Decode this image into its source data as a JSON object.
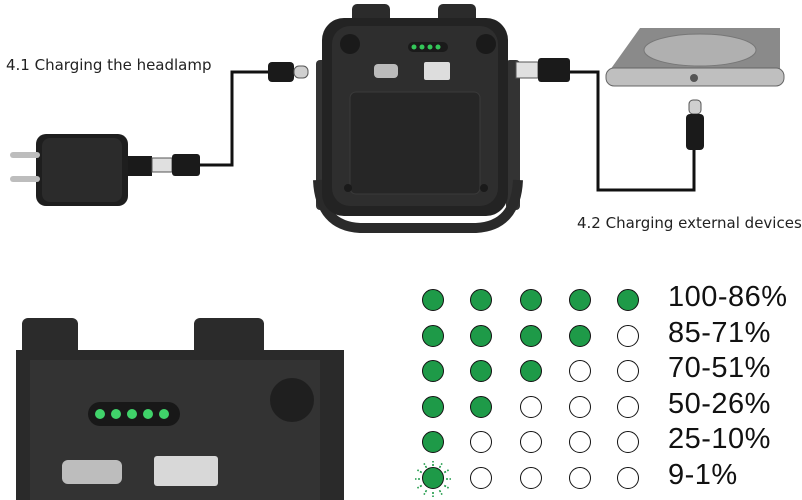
{
  "labels": {
    "charge_headlamp": "4.1 Charging the headlamp",
    "charge_external": "4.2 Charging external devices"
  },
  "colors": {
    "led_on": "#1e9a48",
    "device_body": "#2a2a2a",
    "cable": "#111111"
  },
  "battery_levels": [
    {
      "range": "100-86%",
      "leds_on": 5
    },
    {
      "range": "85-71%",
      "leds_on": 4
    },
    {
      "range": "70-51%",
      "leds_on": 3
    },
    {
      "range": "50-26%",
      "leds_on": 2
    },
    {
      "range": "25-10%",
      "leds_on": 1
    },
    {
      "range": "9-1%",
      "leds_on": 1,
      "blinking": true
    }
  ],
  "icons": [
    "wall-charger-icon",
    "usb-a-plug-icon",
    "usb-c-plug-icon",
    "headlamp-icon",
    "smartphone-icon",
    "led-indicator-icon"
  ]
}
